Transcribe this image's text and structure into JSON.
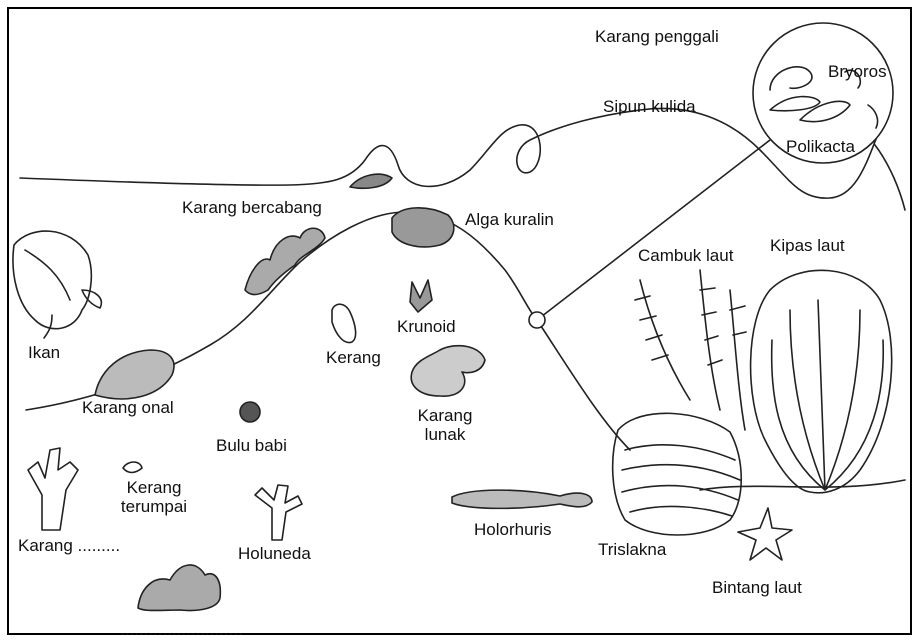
{
  "diagram": {
    "labels": {
      "karang_penggali": "Karang penggali",
      "bryoros": "Bryoros",
      "sipun_kulida": "Sipun kulida",
      "polikacta": "Polikacta",
      "karang_bercabang": "Karang bercabang",
      "alga_kuralin": "Alga kuralin",
      "cambuk_laut": "Cambuk laut",
      "kipas_laut": "Kipas laut",
      "ikan": "Ikan",
      "krunoid": "Krunoid",
      "kerang": "Kerang",
      "karang_onal": "Karang onal",
      "karang_lunak_1": "Karang",
      "karang_lunak_2": "lunak",
      "bulu_babi": "Bulu babi",
      "kerang_terumpai_1": "Kerang",
      "kerang_terumpai_2": "terumpai",
      "karang_blank": "Karang .........",
      "holuneda": "Holuneda",
      "holorhuris": "Holorhuris",
      "trislakna": "Trislakna",
      "bintang_laut": "Bintang laut",
      "blank_bottom": ".........................."
    },
    "colors": {
      "line": "#222222",
      "background": "#ffffff",
      "sketch": "#333333"
    }
  }
}
